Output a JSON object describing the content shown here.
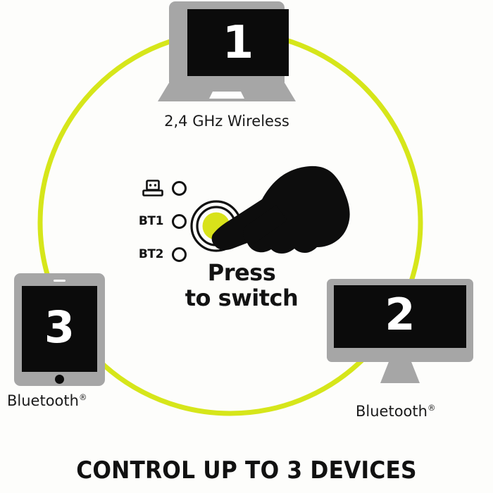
{
  "graphic": {
    "headline": "CONTROL UP TO 3 DEVICES",
    "ring_color": "#d6e61a",
    "device_body_color": "#a6a6a6",
    "screen_color": "#0b0b0b",
    "text_color": "#111111"
  },
  "devices": [
    {
      "id": "laptop",
      "number": "1",
      "caption": "2,4 GHz Wireless",
      "caption_mark": "",
      "type": "laptop"
    },
    {
      "id": "monitor",
      "number": "2",
      "caption": "Bluetooth",
      "caption_mark": "®",
      "type": "desktop-monitor"
    },
    {
      "id": "tablet",
      "number": "3",
      "caption": "Bluetooth",
      "caption_mark": "®",
      "type": "tablet"
    }
  ],
  "panel": {
    "channels": [
      {
        "id": "usb",
        "label": "",
        "icon": "usb-dongle-icon",
        "active": false
      },
      {
        "id": "bt1",
        "label": "BT1",
        "icon": "",
        "active": false
      },
      {
        "id": "bt2",
        "label": "BT2",
        "icon": "",
        "active": false
      }
    ],
    "button": {
      "name": "channel-switch-button",
      "fill_color": "#d8e21a",
      "ring_color": "#111111"
    },
    "instruction_line1": "Press",
    "instruction_line2": "to switch"
  }
}
